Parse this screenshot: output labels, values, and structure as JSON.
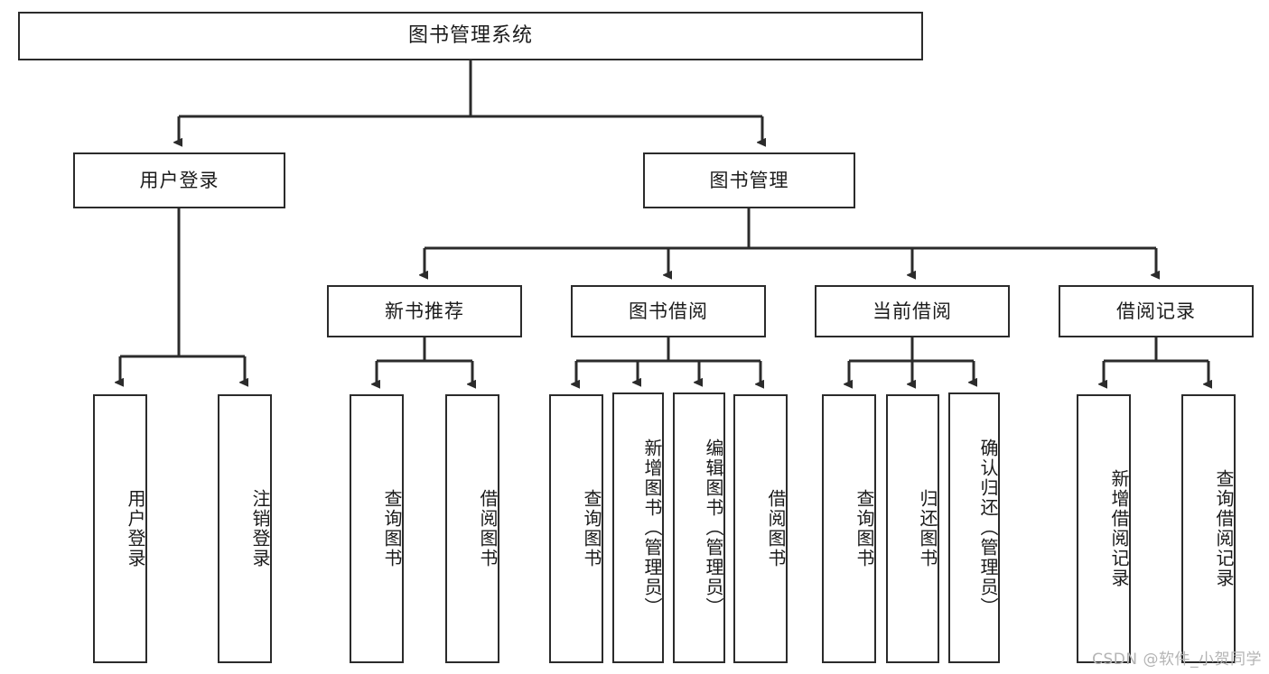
{
  "diagram": {
    "type": "tree",
    "title": "图书管理系统",
    "watermark": "CSDN @软件_小贺同学",
    "colors": {
      "box_border": "#2b2b2b",
      "box_fill": "#ffffff",
      "connector": "#2b2b2b",
      "text": "#1b1b1b",
      "watermark": "#b4b4b4",
      "background": "#ffffff"
    },
    "root": {
      "label": "图书管理系统"
    },
    "level2": [
      {
        "label": "用户登录"
      },
      {
        "label": "图书管理"
      }
    ],
    "level3": [
      {
        "label": "新书推荐"
      },
      {
        "label": "图书借阅"
      },
      {
        "label": "当前借阅"
      },
      {
        "label": "借阅记录"
      }
    ],
    "leaves": {
      "user_login": [
        {
          "label": "用户登录"
        },
        {
          "label": "注销登录"
        }
      ],
      "new_book_recommend": [
        {
          "label": "查询图书"
        },
        {
          "label": "借阅图书"
        }
      ],
      "book_borrow": [
        {
          "label": "查询图书"
        },
        {
          "label": "新增图书（管理员）"
        },
        {
          "label": "编辑图书（管理员）"
        },
        {
          "label": "借阅图书"
        }
      ],
      "current_borrow": [
        {
          "label": "查询图书"
        },
        {
          "label": "归还图书"
        },
        {
          "label": "确认归还（管理员）"
        }
      ],
      "borrow_record": [
        {
          "label": "新增借阅记录"
        },
        {
          "label": "查询借阅记录"
        }
      ]
    }
  }
}
